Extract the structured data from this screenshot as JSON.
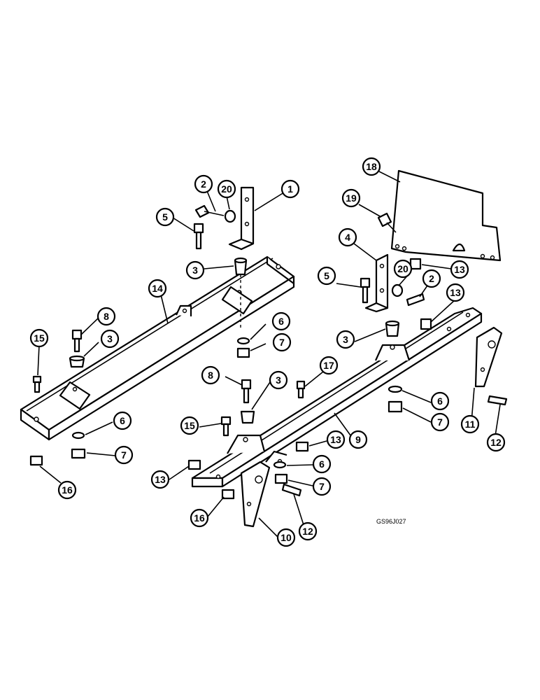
{
  "drawing_code": "GS96J027",
  "callouts": [
    "1",
    "2",
    "20",
    "5",
    "3",
    "14",
    "8",
    "3",
    "15",
    "6",
    "7",
    "6",
    "7",
    "16",
    "18",
    "19",
    "4",
    "20",
    "2",
    "5",
    "13",
    "13",
    "3",
    "6",
    "7",
    "11",
    "12",
    "17",
    "8",
    "3",
    "15",
    "13",
    "9",
    "13",
    "6",
    "7",
    "16",
    "12",
    "10"
  ]
}
